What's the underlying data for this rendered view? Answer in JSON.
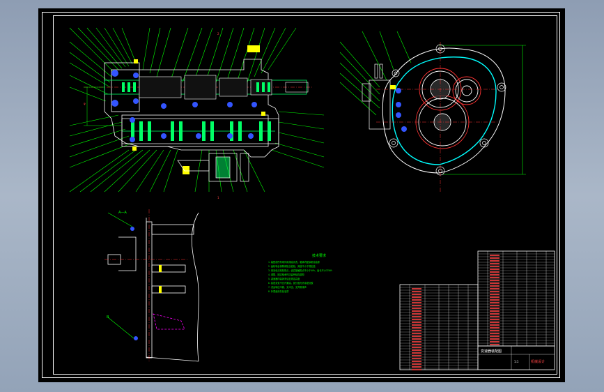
{
  "sheet": {
    "background": "#000000",
    "frame_color": "#ffffff",
    "colors": {
      "line": "#ffffff",
      "leader": "#00ff00",
      "dim": "#ff3333",
      "section": "#00ffff",
      "part_blue": "#3355ff",
      "hidden": "#ff00ff",
      "shaft": "#00ff66",
      "hatch": "#ffff00",
      "text_red": "#ff4444"
    }
  },
  "notes": {
    "title": "技术要求",
    "lines": [
      "1.装配前所有零件用煤油清洗，箱体内壁涂耐油油漆",
      "2.齿轮啮合侧隙用铅丝检验，其值不小于规定值",
      "3.用涂色法检验斑点，齿高接触斑点不小于40%，齿长不小于50%",
      "4.调整、固定轴承时应留有轴向游隙",
      "5.减速器内装润滑油至规定高度",
      "6.各密封处不允许漏油，剖分面允许涂密封胶",
      "7.试运转应平稳，无冲击，无异常噪声",
      "8.外表面涂灰色油漆"
    ]
  },
  "view_labels": {
    "section_a": "A—A",
    "mark_b": "B"
  },
  "title_block": {
    "drawing_title": "变速器装配图",
    "school": "机械设计",
    "scale": "1:1"
  }
}
